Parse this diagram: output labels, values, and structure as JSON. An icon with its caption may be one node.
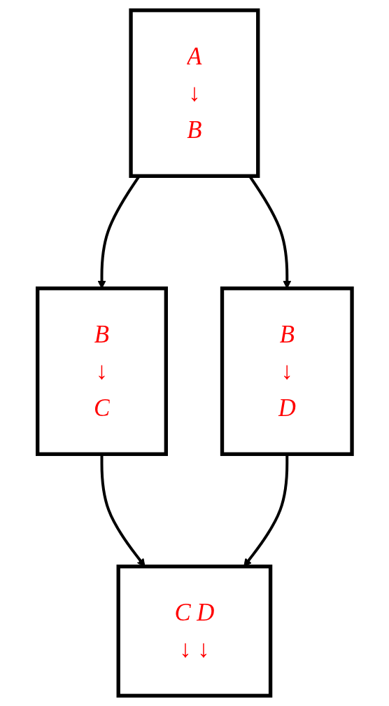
{
  "diagram": {
    "nodes": [
      {
        "text": [
          "A",
          "↓",
          "B"
        ]
      },
      {
        "text": [
          "B",
          "↓",
          "C"
        ]
      },
      {
        "text": [
          "B",
          "↓",
          "D"
        ]
      },
      {
        "text": [
          "C D",
          "↓ ↓"
        ]
      }
    ],
    "edges": [
      {
        "from": 0,
        "to": 1,
        "arrow": "to"
      },
      {
        "from": 0,
        "to": 2,
        "arrow": "to"
      },
      {
        "from": 1,
        "to": 3,
        "arrow": "to"
      },
      {
        "from": 2,
        "to": 3,
        "arrow": "to"
      }
    ]
  }
}
